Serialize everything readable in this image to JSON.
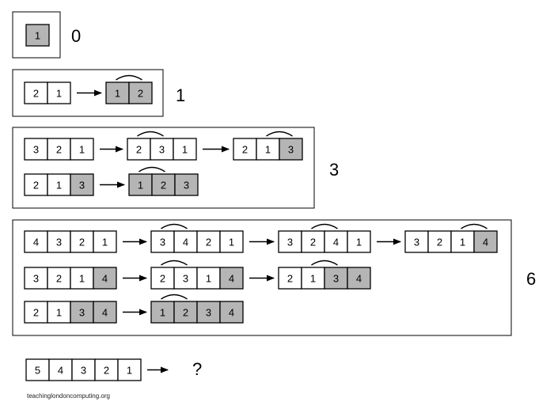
{
  "panels": [
    {
      "count": "0",
      "rows": [
        [
          {
            "cells": [
              {
                "v": "1",
                "s": true
              }
            ]
          }
        ]
      ]
    },
    {
      "count": "1",
      "rows": [
        [
          {
            "cells": [
              {
                "v": "2",
                "s": false
              },
              {
                "v": "1",
                "s": false
              }
            ]
          },
          {
            "cells": [
              {
                "v": "1",
                "s": true
              },
              {
                "v": "2",
                "s": true
              }
            ],
            "swap": 0
          }
        ]
      ]
    },
    {
      "count": "3",
      "rows": [
        [
          {
            "cells": [
              {
                "v": "3",
                "s": false
              },
              {
                "v": "2",
                "s": false
              },
              {
                "v": "1",
                "s": false
              }
            ]
          },
          {
            "cells": [
              {
                "v": "2",
                "s": false
              },
              {
                "v": "3",
                "s": false
              },
              {
                "v": "1",
                "s": false
              }
            ],
            "swap": 0
          },
          {
            "cells": [
              {
                "v": "2",
                "s": false
              },
              {
                "v": "1",
                "s": false
              },
              {
                "v": "3",
                "s": true
              }
            ],
            "swap": 1
          }
        ],
        [
          {
            "cells": [
              {
                "v": "2",
                "s": false
              },
              {
                "v": "1",
                "s": false
              },
              {
                "v": "3",
                "s": true
              }
            ]
          },
          {
            "cells": [
              {
                "v": "1",
                "s": true
              },
              {
                "v": "2",
                "s": true
              },
              {
                "v": "3",
                "s": true
              }
            ],
            "swap": 0
          }
        ]
      ]
    },
    {
      "count": "6",
      "rows": [
        [
          {
            "cells": [
              {
                "v": "4",
                "s": false
              },
              {
                "v": "3",
                "s": false
              },
              {
                "v": "2",
                "s": false
              },
              {
                "v": "1",
                "s": false
              }
            ]
          },
          {
            "cells": [
              {
                "v": "3",
                "s": false
              },
              {
                "v": "4",
                "s": false
              },
              {
                "v": "2",
                "s": false
              },
              {
                "v": "1",
                "s": false
              }
            ],
            "swap": 0
          },
          {
            "cells": [
              {
                "v": "3",
                "s": false
              },
              {
                "v": "2",
                "s": false
              },
              {
                "v": "4",
                "s": false
              },
              {
                "v": "1",
                "s": false
              }
            ],
            "swap": 1
          },
          {
            "cells": [
              {
                "v": "3",
                "s": false
              },
              {
                "v": "2",
                "s": false
              },
              {
                "v": "1",
                "s": false
              },
              {
                "v": "4",
                "s": true
              }
            ],
            "swap": 2
          }
        ],
        [
          {
            "cells": [
              {
                "v": "3",
                "s": false
              },
              {
                "v": "2",
                "s": false
              },
              {
                "v": "1",
                "s": false
              },
              {
                "v": "4",
                "s": true
              }
            ]
          },
          {
            "cells": [
              {
                "v": "2",
                "s": false
              },
              {
                "v": "3",
                "s": false
              },
              {
                "v": "1",
                "s": false
              },
              {
                "v": "4",
                "s": true
              }
            ],
            "swap": 0
          },
          {
            "cells": [
              {
                "v": "2",
                "s": false
              },
              {
                "v": "1",
                "s": false
              },
              {
                "v": "3",
                "s": true
              },
              {
                "v": "4",
                "s": true
              }
            ],
            "swap": 1
          }
        ],
        [
          {
            "cells": [
              {
                "v": "2",
                "s": false
              },
              {
                "v": "1",
                "s": false
              },
              {
                "v": "3",
                "s": true
              },
              {
                "v": "4",
                "s": true
              }
            ]
          },
          {
            "cells": [
              {
                "v": "1",
                "s": true
              },
              {
                "v": "2",
                "s": true
              },
              {
                "v": "3",
                "s": true
              },
              {
                "v": "4",
                "s": true
              }
            ],
            "swap": 0
          }
        ]
      ]
    }
  ],
  "question": {
    "cells": [
      {
        "v": "5",
        "s": false
      },
      {
        "v": "4",
        "s": false
      },
      {
        "v": "3",
        "s": false
      },
      {
        "v": "2",
        "s": false
      },
      {
        "v": "1",
        "s": false
      }
    ],
    "mark": "?"
  },
  "credit": "teachinglondoncomputing.org",
  "colors": {
    "sorted": "#b5b5b5",
    "unsorted": "#ffffff",
    "stroke": "#000000"
  }
}
